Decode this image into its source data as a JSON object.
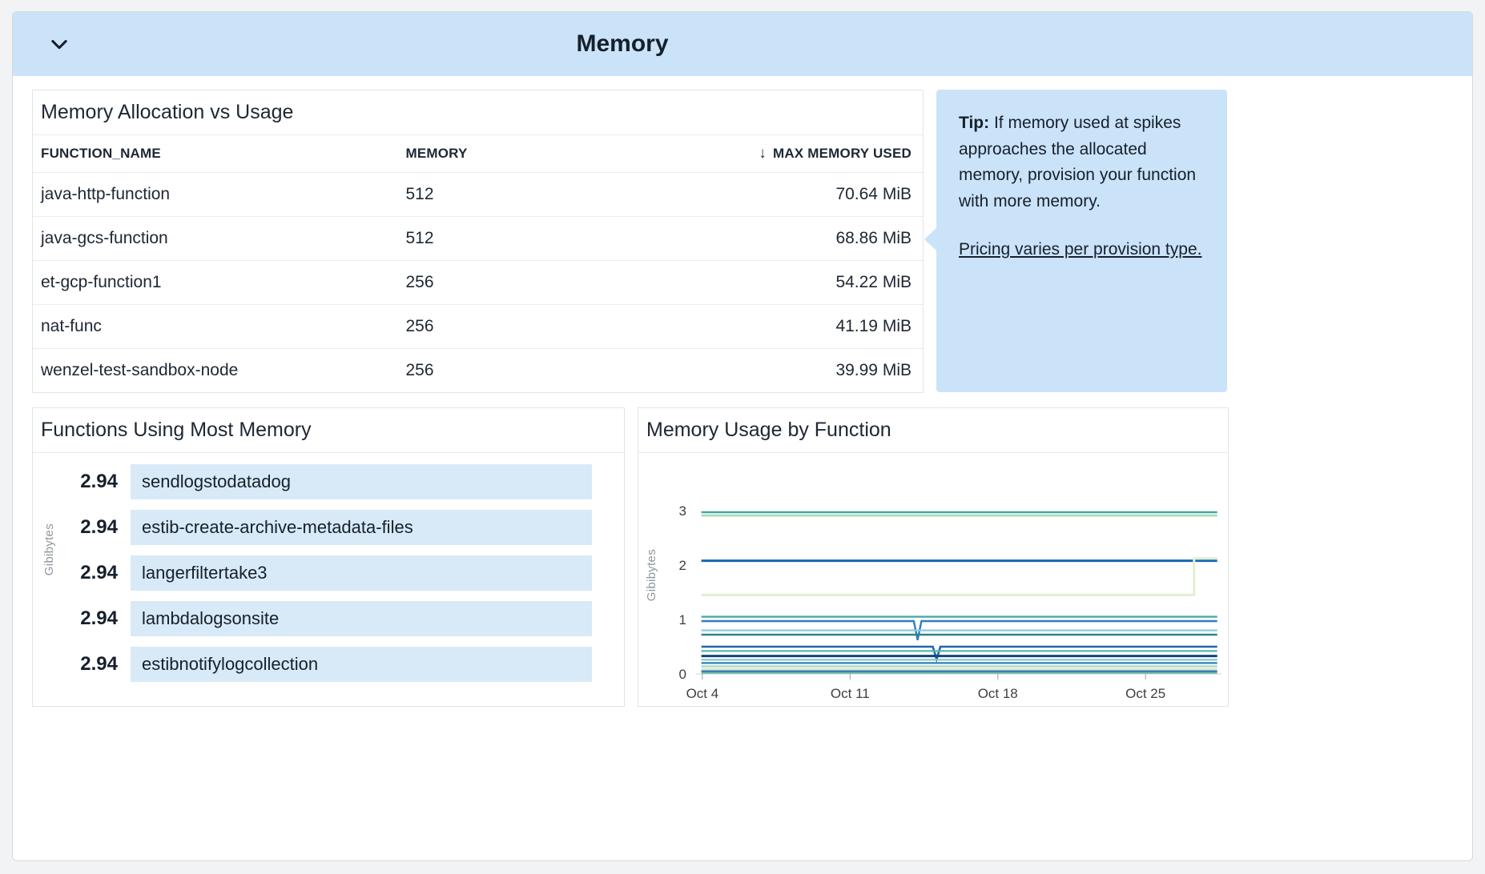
{
  "header": {
    "title": "Memory"
  },
  "allocation_table": {
    "title": "Memory Allocation vs Usage",
    "columns": [
      "FUNCTION_NAME",
      "MEMORY",
      "MAX MEMORY USED"
    ],
    "sort_icon": "↓",
    "rows": [
      {
        "function_name": "java-http-function",
        "memory": "512",
        "max_memory_used": "70.64 MiB"
      },
      {
        "function_name": "java-gcs-function",
        "memory": "512",
        "max_memory_used": "68.86 MiB"
      },
      {
        "function_name": "et-gcp-function1",
        "memory": "256",
        "max_memory_used": "54.22 MiB"
      },
      {
        "function_name": "nat-func",
        "memory": "256",
        "max_memory_used": "41.19 MiB"
      },
      {
        "function_name": "wenzel-test-sandbox-node",
        "memory": "256",
        "max_memory_used": "39.99 MiB"
      }
    ]
  },
  "tip": {
    "label": "Tip:",
    "text": "If memory used at spikes approaches the allocated memory, provision your function with more memory.",
    "link_text": "Pricing varies per provision type."
  },
  "colors": {
    "header_bg": "#cbe3f9",
    "tip_bg": "#cbe3f9",
    "bar_fill": "#d8eaf7",
    "text_dark": "#15202b"
  },
  "chart_data": [
    {
      "type": "bar",
      "title": "Functions Using Most Memory",
      "ylabel": "Gibibytes",
      "orientation": "horizontal",
      "categories": [
        "sendlogstodatadog",
        "estib-create-archive-metadata-files",
        "langerfiltertake3",
        "lambdalogsonsite",
        "estibnotifylogcollection"
      ],
      "values": [
        2.94,
        2.94,
        2.94,
        2.94,
        2.94
      ],
      "xmax": 3
    },
    {
      "type": "line",
      "title": "Memory Usage by Function",
      "ylabel": "Gibibytes",
      "yticks": [
        0,
        1,
        2,
        3
      ],
      "ylim": [
        0,
        3.2
      ],
      "domain": [
        -0.3,
        24.6
      ],
      "grid": false,
      "legend": "none",
      "xticks": [
        {
          "day": 0,
          "label": "Oct 4"
        },
        {
          "day": 7,
          "label": "Oct 11"
        },
        {
          "day": 14,
          "label": "Oct 18"
        },
        {
          "day": 21,
          "label": "Oct 25"
        }
      ],
      "series": [
        {
          "level": 2.97,
          "color": "#43a89b",
          "width": 2.6
        },
        {
          "level": 2.91,
          "color": "#a8d9b5",
          "width": 2.6
        },
        {
          "level": 2.08,
          "color": "#1668b3",
          "width": 3
        },
        {
          "level": 1.45,
          "color": "#e2efd2",
          "width": 3,
          "step": {
            "day": 23.3,
            "to": 2.12
          }
        },
        {
          "level": 1.05,
          "color": "#4aa9a2",
          "width": 2.4
        },
        {
          "level": 0.97,
          "color": "#2e7fbe",
          "width": 2.4,
          "dip": {
            "day": 10.2,
            "to": 0.62
          }
        },
        {
          "level": 0.8,
          "color": "#8fc7e8",
          "width": 2.2
        },
        {
          "level": 0.72,
          "color": "#2a8a7e",
          "width": 2.4
        },
        {
          "level": 0.5,
          "color": "#1d66ae",
          "width": 2.6,
          "dip": {
            "day": 11.1,
            "to": 0.27
          }
        },
        {
          "level": 0.42,
          "color": "#56b7ae",
          "width": 2.2
        },
        {
          "level": 0.33,
          "color": "#16437e",
          "width": 3
        },
        {
          "level": 0.26,
          "color": "#7fc6bb",
          "width": 2.2
        },
        {
          "level": 0.2,
          "color": "#2c7fb8",
          "width": 2.2
        },
        {
          "level": 0.14,
          "color": "#a5d7c2",
          "width": 2.2
        },
        {
          "level": 0.09,
          "color": "#d3e8c8",
          "width": 2.2
        },
        {
          "level": 0.05,
          "color": "#2b6fb0",
          "width": 2.2
        },
        {
          "level": 0.02,
          "color": "#63b3a6",
          "width": 2
        }
      ]
    }
  ]
}
